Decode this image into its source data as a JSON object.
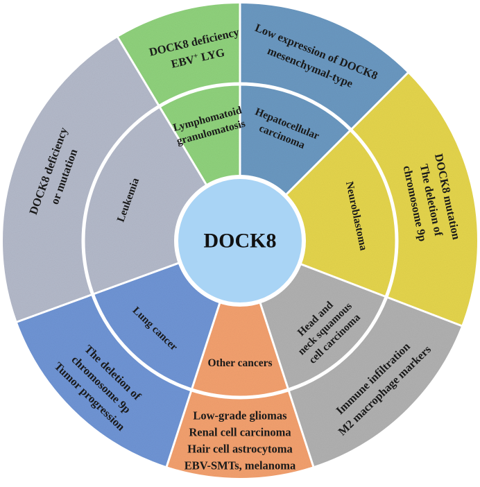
{
  "center": {
    "label": "DOCK8",
    "color": "#a9d4f5"
  },
  "sectors": [
    {
      "id": "lymphomatoid-granulomatosis",
      "color": "#8fd17c",
      "inner_lines": [
        "Lymphomatoid",
        "granulomatosis"
      ],
      "outer_lines": [
        "DOCK8 deficiency",
        "EBV+ LYG"
      ]
    },
    {
      "id": "hepatocellular-carcinoma",
      "color": "#6a98c0",
      "inner_lines": [
        "Hepatocellular",
        "carcinoma"
      ],
      "outer_lines": [
        "Low expression of DOCK8",
        "mesenchymal-type"
      ]
    },
    {
      "id": "neuroblastoma",
      "color": "#e4d44c",
      "inner_lines": [
        "Neuroblastoma"
      ],
      "outer_lines": [
        "DOCK8 mutation",
        "The deletion of",
        "chromosome 9p"
      ]
    },
    {
      "id": "head-and-neck",
      "color": "#b0b0b0",
      "inner_lines": [
        "Head and",
        "neck squamous",
        "cell carcinoma"
      ],
      "outer_lines": [
        "Immune infiltration",
        "M2 macrophage markers"
      ]
    },
    {
      "id": "other-cancers",
      "color": "#f2a06e",
      "inner_lines": [
        "Other cancers"
      ],
      "outer_lines": [
        "Low-grade gliomas",
        "Renal cell carcinoma",
        "Hair cell astrocytoma",
        "EBV-SMTs, melanoma"
      ]
    },
    {
      "id": "lung-cancer",
      "color": "#6f94d4",
      "inner_lines": [
        "Lung cancer"
      ],
      "outer_lines": [
        "The deletion of",
        "chromosome 9p",
        "Tumor progression"
      ]
    },
    {
      "id": "leukemia",
      "color": "#b3b9c9",
      "inner_lines": [
        "Leukemia"
      ],
      "outer_lines": [
        "DOCK8 deficiency",
        "or mutation"
      ]
    }
  ]
}
